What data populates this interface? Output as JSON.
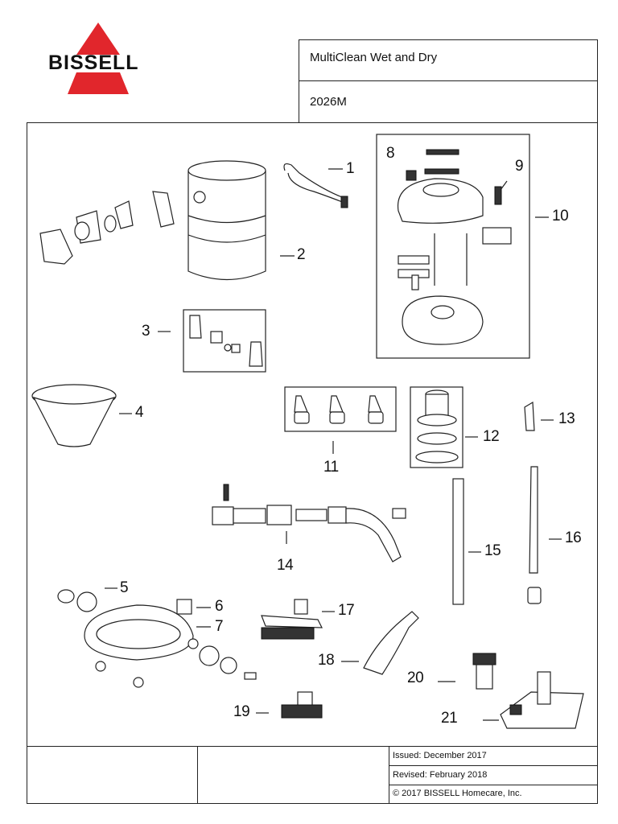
{
  "header": {
    "logo_text": "BISSELL",
    "product_name": "MultiClean Wet and Dry",
    "model_number": "2026M"
  },
  "parts": {
    "p1": "1",
    "p2": "2",
    "p3": "3",
    "p4": "4",
    "p5": "5",
    "p6": "6",
    "p7": "7",
    "p8": "8",
    "p9": "9",
    "p10": "10",
    "p11": "11",
    "p12": "12",
    "p13": "13",
    "p14": "14",
    "p15": "15",
    "p16": "16",
    "p17": "17",
    "p18": "18",
    "p19": "19",
    "p20": "20",
    "p21": "21"
  },
  "footer": {
    "issued": "Issued: December 2017",
    "revised": "Revised: February 2018",
    "copyright": "© 2017 BISSELL Homecare, Inc."
  }
}
